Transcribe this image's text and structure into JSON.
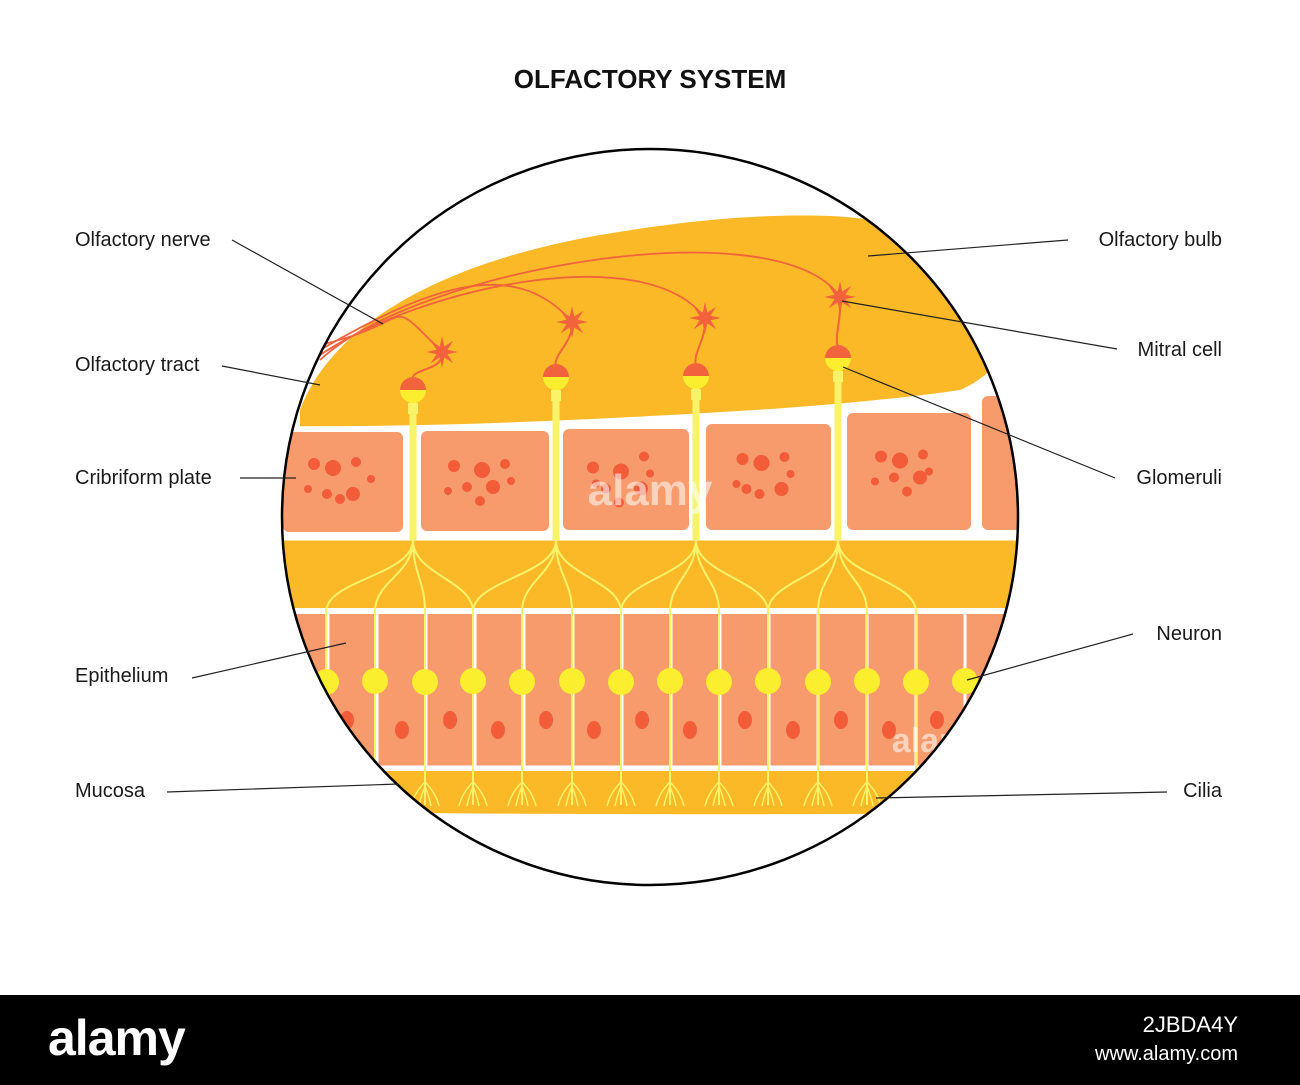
{
  "title": "OLFACTORY SYSTEM",
  "labels": {
    "olfactory_nerve": "Olfactory nerve",
    "olfactory_tract": "Olfactory tract",
    "cribriform_plate": "Cribriform plate",
    "epithelium": "Epithelium",
    "mucosa": "Mucosa",
    "olfactory_bulb": "Olfactory bulb",
    "mitral_cell": "Mitral cell",
    "glomeruli": "Glomeruli",
    "neuron": "Neuron",
    "cilia": "Cilia"
  },
  "watermark": "alamy",
  "footer": {
    "brand": "alamy",
    "image_id": "2JBDA4Y",
    "url": "www.alamy.com"
  },
  "colors": {
    "bulb": "#fbb927",
    "plate_cell": "#f79b6c",
    "plate_dot": "#f25c39",
    "mitral": "#f2633d",
    "glomerulus_cap": "#f2633d",
    "glomerulus_body": "#fbee2e",
    "axon": "#f9f36a",
    "neuron_body": "#fbee2e",
    "epithelium_cell": "#f79b6c",
    "mucosa": "#fbb927",
    "outline": "#000000"
  }
}
